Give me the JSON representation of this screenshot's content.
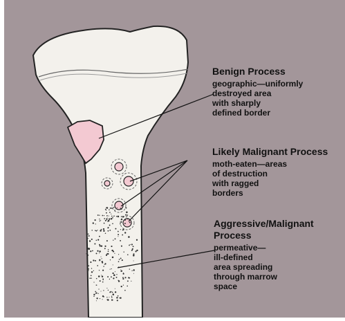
{
  "colors": {
    "background": "#a3969a",
    "bone": "#f3f1ec",
    "lesion": "#f3c9d2",
    "outline": "#222222",
    "text": "#111111"
  },
  "benign": {
    "title": "Benign Process",
    "description": "geographic—uniformly\ndestroyed area\nwith sharply\ndefined border"
  },
  "likely_malignant": {
    "title": "Likely Malignant Process",
    "description": "moth-eaten—areas\nof destruction\nwith ragged\nborders"
  },
  "aggressive_malignant": {
    "title": "Aggressive/Malignant\nProcess",
    "description": "permeative—\nill-defined\narea spreading\nthrough marrow\nspace"
  }
}
